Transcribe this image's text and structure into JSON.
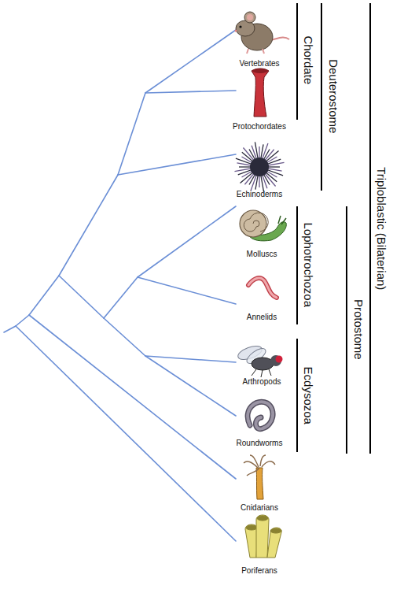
{
  "diagram": {
    "labels": [
      "Vertebrates",
      "Chordate",
      "Deuterostome",
      "Triploblastic (Bilaterian)",
      "Protochordates",
      "Echinoderms",
      "Molluscs",
      "Lophotrochozoa",
      "Protostome",
      "Annelids",
      "Arthropods",
      "Ecdysozoa",
      "Roundworms",
      "Cnidarians",
      "Poriferans"
    ]
  }
}
